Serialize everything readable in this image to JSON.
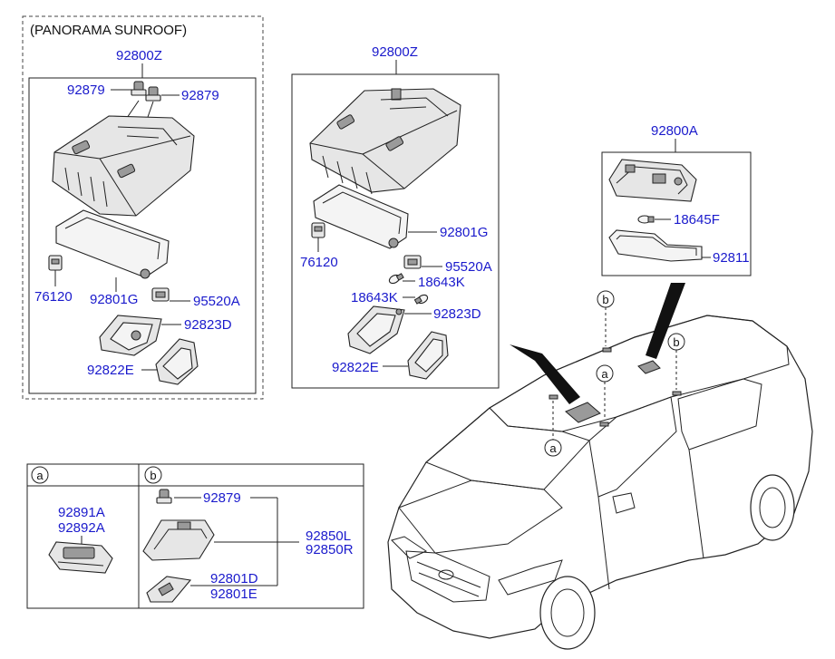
{
  "section_title": "(PANORAMA SUNROOF)",
  "labels": {
    "left_assembly": "92800Z",
    "left_bulb_upper_a": "92879",
    "left_bulb_upper_b": "92879",
    "left_switch_connector": "76120",
    "left_lens": "92801G",
    "left_sensor": "95520A",
    "left_lamp_d": "92823D",
    "left_lamp_e": "92822E",
    "center_assembly": "92800Z",
    "center_lens": "92801G",
    "center_connector": "76120",
    "center_sensor": "95520A",
    "center_bulb_a": "18643K",
    "center_bulb_b": "18643K",
    "center_lamp_d": "92823D",
    "center_lamp_e": "92822E",
    "right_assembly": "92800A",
    "right_bulb": "18645F",
    "right_lens": "92811",
    "table_a_1": "92891A",
    "table_a_2": "92892A",
    "table_b_bulb": "92879",
    "table_b_lamp_1": "92850L",
    "table_b_lamp_2": "92850R",
    "table_b_lens_1": "92801D",
    "table_b_lens_2": "92801E"
  },
  "callouts": {
    "table_a": "a",
    "table_b": "b",
    "car_b_left": "b",
    "car_b_right": "b",
    "car_a_upper": "a",
    "car_a_lower": "a"
  }
}
